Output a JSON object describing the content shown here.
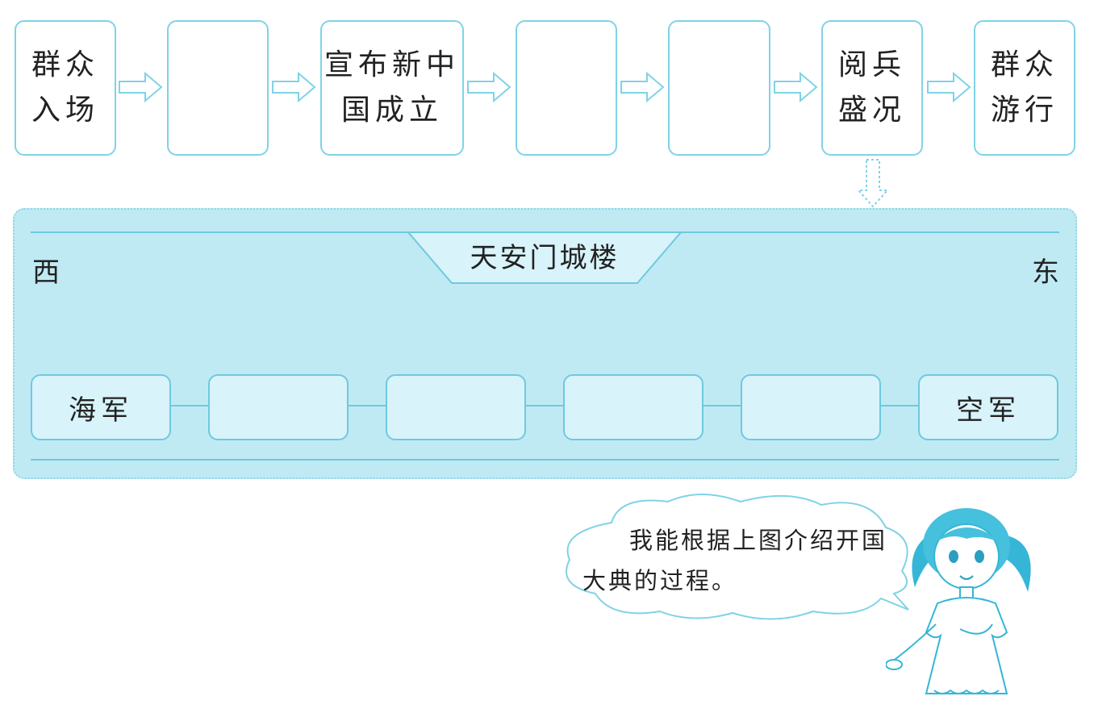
{
  "process_steps": [
    {
      "label": "群众\n入场"
    },
    {
      "label": ""
    },
    {
      "label": "宣布新中\n国成立"
    },
    {
      "label": ""
    },
    {
      "label": ""
    },
    {
      "label": "阅兵\n盛况"
    },
    {
      "label": "群众\n游行"
    }
  ],
  "review": {
    "west_label": "西",
    "east_label": "东",
    "gate_label": "天安门城楼",
    "formations": [
      {
        "label": "海军"
      },
      {
        "label": ""
      },
      {
        "label": ""
      },
      {
        "label": ""
      },
      {
        "label": ""
      },
      {
        "label": "空军"
      }
    ]
  },
  "speech_bubble": {
    "text": "我能根据上图介绍开国大典的过程。"
  },
  "colors": {
    "accent": "#7fd3e6",
    "panel_fill": "#bfeaf4",
    "slot_fill": "#d8f3f9",
    "line": "#6fc9de"
  },
  "icons": {
    "flow_arrow": "right-arrow-icon",
    "down_arrow": "down-arrow-icon",
    "character": "girl-illustration"
  }
}
